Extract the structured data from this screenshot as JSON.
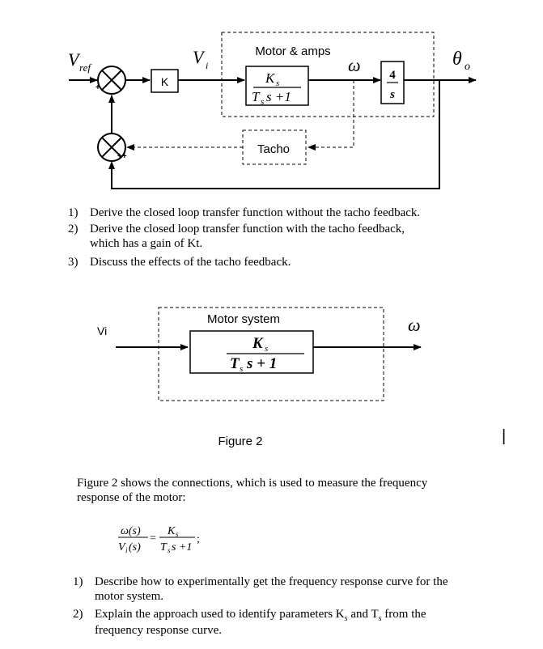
{
  "diagram1": {
    "vref_main": "V",
    "vref_sub": "ref",
    "vi_main": "V",
    "vi_sub": "i",
    "k_block": "K",
    "motor_label": "Motor & amps",
    "motor_num_main": "K",
    "motor_num_sub": "s",
    "motor_den_main": "T",
    "motor_den_sub": "s",
    "motor_den_rest": "s +1",
    "omega": "ω",
    "integrator_num": "4",
    "integrator_den": "s",
    "theta_main": "θ",
    "theta_sub": "o",
    "tacho_label": "Tacho",
    "sign_plus": "+",
    "sign_minus": "-",
    "sign_plusplus": "++"
  },
  "questions1": [
    {
      "num": "1)",
      "lines": [
        "Derive the closed loop transfer function without the tacho feedback."
      ]
    },
    {
      "num": "2)",
      "lines": [
        "Derive the closed loop transfer function with the tacho feedback,",
        "which has a gain of Kt."
      ]
    },
    {
      "num": "3)",
      "lines": [
        "Discuss the effects of the tacho feedback."
      ]
    }
  ],
  "diagram2": {
    "input_label": "Vi",
    "box_label": "Motor system",
    "num_main": "K",
    "num_sub": "s",
    "den_main": "T",
    "den_sub": "s",
    "den_rest": "s + 1",
    "output_label": "ω",
    "caption": "Figure 2"
  },
  "cursor_char": "|",
  "paragraph": {
    "lines": [
      "Figure 2 shows the connections, which is used to measure the frequency",
      "response of the motor:"
    ]
  },
  "equation": {
    "lhs_num": "ω(s)",
    "lhs_den_main": "V",
    "lhs_den_sub": "i",
    "lhs_den_rest": "(s)",
    "equals": "=",
    "rhs_num_main": "K",
    "rhs_num_sub": "s",
    "rhs_den_main": "T",
    "rhs_den_sub": "s",
    "rhs_den_rest": "s +1",
    "terminator": ";"
  },
  "questions2": [
    {
      "num": "1)",
      "lines": [
        "Describe how to experimentally get the frequency response curve for the",
        "motor system."
      ]
    },
    {
      "num": "2)",
      "lines": [
        "Explain the approach used to identify parameters K",
        "frequency response curve."
      ],
      "mid": {
        "sub1": "s",
        "and": " and T",
        "sub2": "s",
        "tail": " from the"
      }
    }
  ]
}
